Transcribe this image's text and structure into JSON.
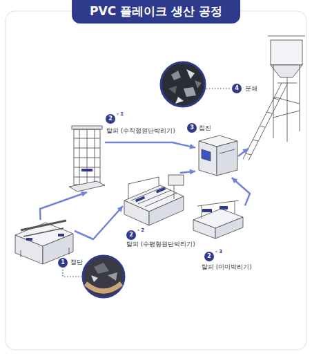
{
  "diagram": {
    "title": "PVC 플레이크 생산 공정",
    "nodes": [
      {
        "text": [
          "1",
          "절단"
        ]
      },
      {
        "text": [
          "2",
          "- 1",
          "탈피 (수직형원단박리기)"
        ]
      },
      {
        "text": [
          "2",
          "- 2",
          "탈피 (수평형원단박리기)"
        ]
      },
      {
        "text": [
          "2",
          "- 3",
          "탈피 (미미박리기)"
        ]
      },
      {
        "text": [
          "3",
          "집진"
        ]
      },
      {
        "text": [
          "4",
          "분쇄"
        ]
      }
    ],
    "edges": [
      {
        "from": 0,
        "to": 1,
        "arrow": "to"
      },
      {
        "from": 0,
        "to": 2,
        "arrow": "to"
      },
      {
        "from": 1,
        "to": 4,
        "arrow": "to"
      },
      {
        "from": 2,
        "to": 4,
        "arrow": "to"
      },
      {
        "from": 3,
        "to": 4,
        "arrow": "to"
      },
      {
        "from": 4,
        "to": 5,
        "arrow": "to"
      }
    ]
  }
}
